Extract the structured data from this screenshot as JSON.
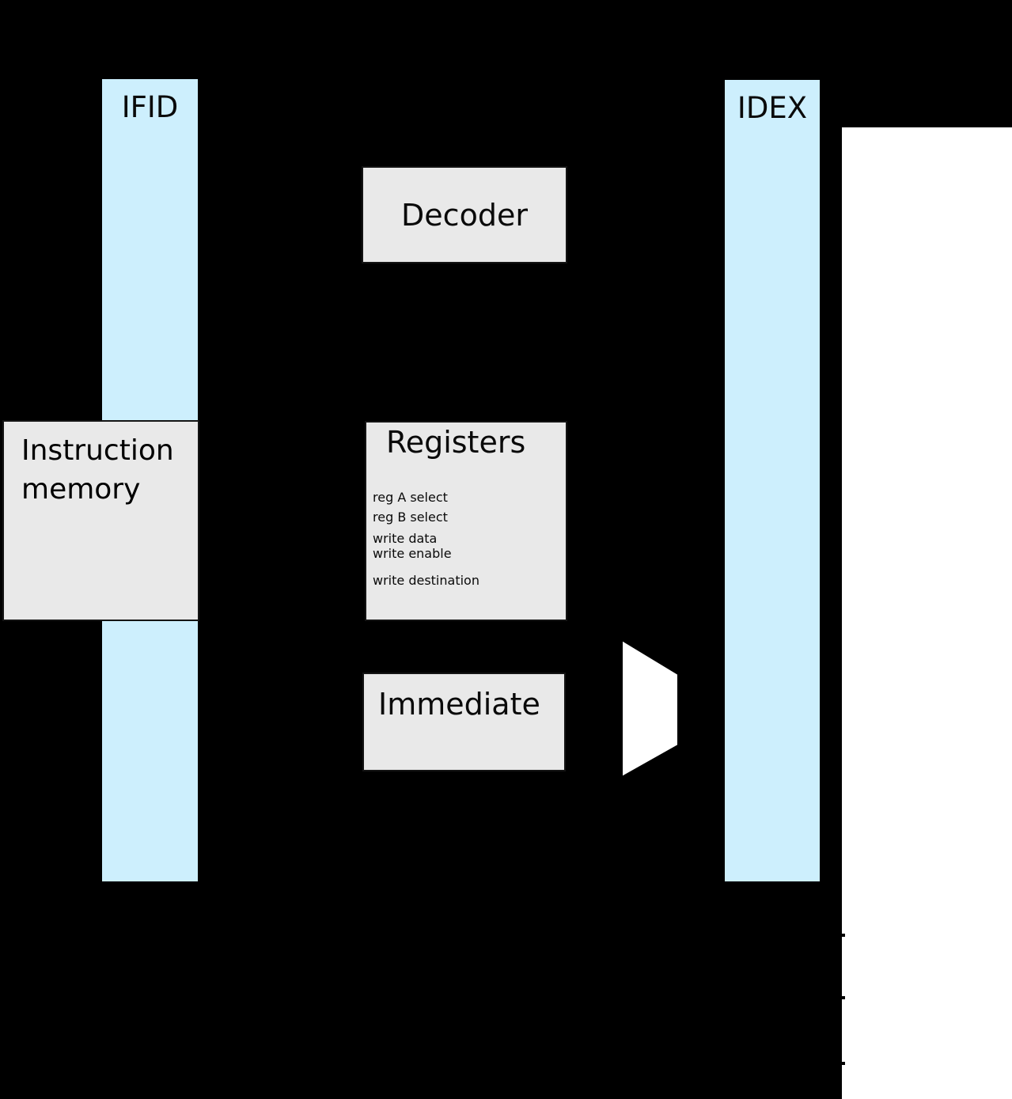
{
  "colors": {
    "background": "#000000",
    "stage_register_fill": "#cdeffd",
    "block_fill": "#e9e9e9",
    "block_border": "#141414",
    "mux_fill": "#ffffff",
    "right_panel_fill": "#ffffff",
    "text": "#0a0a0a"
  },
  "ifid": {
    "label": "IFID"
  },
  "idex": {
    "label": "IDEX"
  },
  "decoder": {
    "label": "Decoder"
  },
  "instruction_memory": {
    "lines": [
      "Instruction",
      "memory"
    ]
  },
  "registers": {
    "title": "Registers",
    "ports": [
      "reg A select",
      "reg B select",
      "write data",
      "write enable",
      "write destination"
    ]
  },
  "immediate": {
    "label": "Immediate"
  }
}
